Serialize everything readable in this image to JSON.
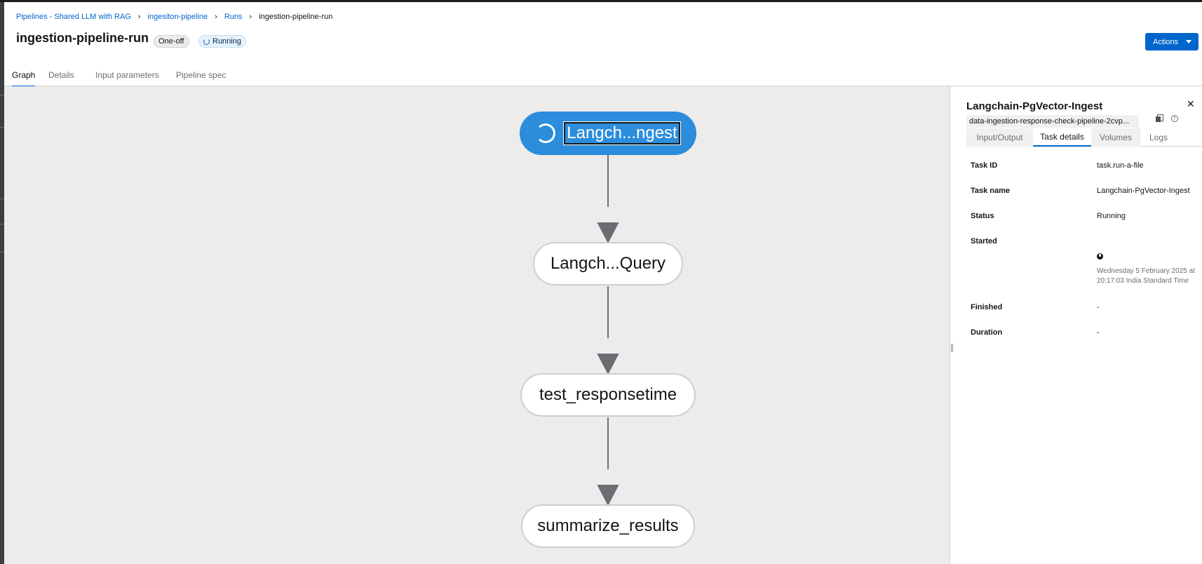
{
  "breadcrumb": [
    {
      "label": "Pipelines - Shared LLM with RAG"
    },
    {
      "label": "ingesiton-pipeline"
    },
    {
      "label": "Runs"
    },
    {
      "label": "ingestion-pipeline-run"
    }
  ],
  "header": {
    "title": "ingestion-pipeline-run",
    "badges": {
      "type": "One-off",
      "status": "Running"
    },
    "actions_label": "Actions"
  },
  "tabs": [
    "Graph",
    "Details",
    "Input parameters",
    "Pipeline spec"
  ],
  "active_tab": "Graph",
  "graph": {
    "nodes": [
      {
        "label": "Langch...ngest",
        "state": "running"
      },
      {
        "label": "Langch...Query",
        "state": "pending"
      },
      {
        "label": "test_responsetime",
        "state": "pending"
      },
      {
        "label": "summarize_results",
        "state": "pending"
      }
    ],
    "colors": {
      "running": "#2b8ddb",
      "edge": "#6a6e73",
      "canvas": "#ececec"
    }
  },
  "drawer": {
    "title": "Langchain-PgVector-Ingest",
    "id": "data-ingestion-response-check-pipeline-2cvp...",
    "tabs": [
      "Input/Output",
      "Task details",
      "Volumes",
      "Logs"
    ],
    "active_tab": "Task details",
    "details": {
      "task_id": {
        "label": "Task ID",
        "value": "task.run-a-file"
      },
      "task_name": {
        "label": "Task name",
        "value": "Langchain-PgVector-Ingest"
      },
      "status": {
        "label": "Status",
        "value": "Running"
      },
      "started": {
        "label": "Started",
        "value": "Wednesday 5 February 2025 at 20:17:03 India Standard Time"
      },
      "finished": {
        "label": "Finished",
        "value": "-"
      },
      "duration": {
        "label": "Duration",
        "value": "-"
      }
    }
  },
  "accent_color": "#0066cc"
}
